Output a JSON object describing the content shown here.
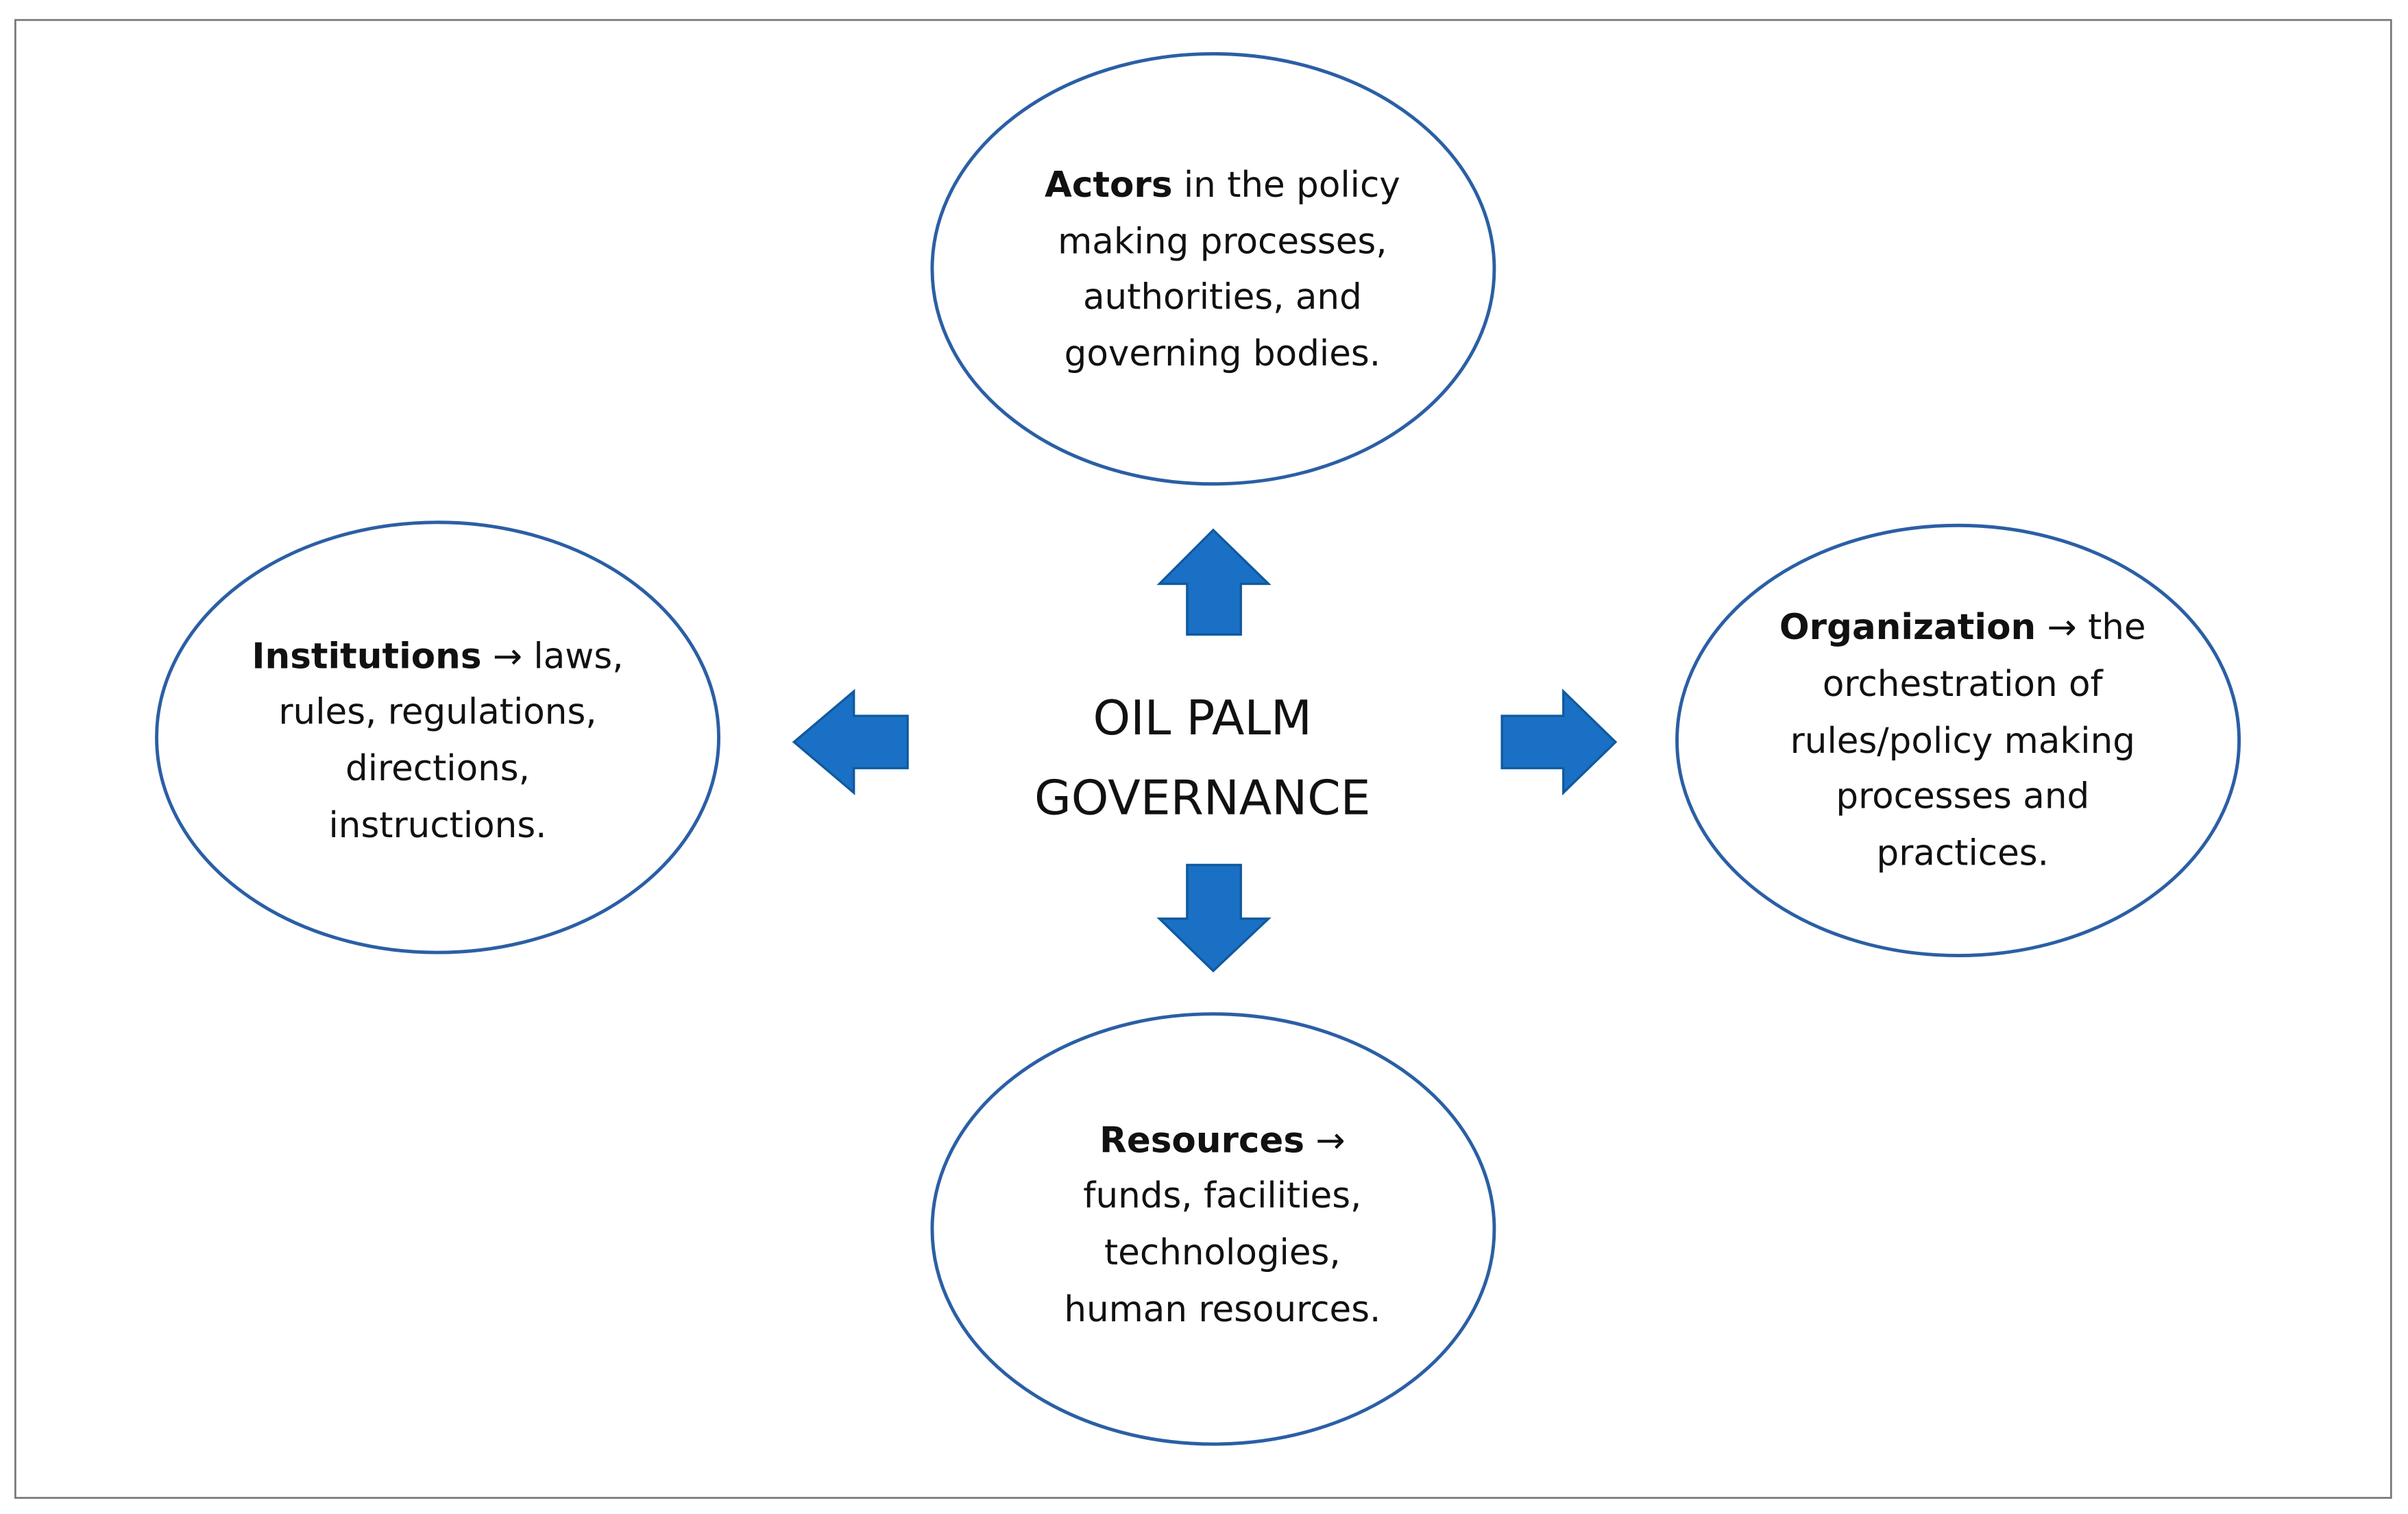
{
  "center": {
    "line1": "OIL PALM",
    "line2": "GOVERNANCE"
  },
  "actors": {
    "bold": "Actors",
    "lines": [
      " in the policy",
      "making processes,",
      "authorities, and",
      "governing bodies."
    ]
  },
  "institutions": {
    "bold": "Institutions",
    "lines": [
      " → laws,",
      "rules, regulations,",
      "directions,",
      "instructions."
    ]
  },
  "organization": {
    "bold": "Organization",
    "lines": [
      " → the",
      "orchestration of",
      "rules/policy making",
      "processes and",
      "practices."
    ]
  },
  "resources": {
    "bold": "Resources",
    "lines": [
      " →",
      "funds, facilities,",
      "technologies,",
      "human resources."
    ]
  },
  "colors": {
    "arrow": "#1a70c4",
    "ellipse_border": "#2b5fa5"
  }
}
